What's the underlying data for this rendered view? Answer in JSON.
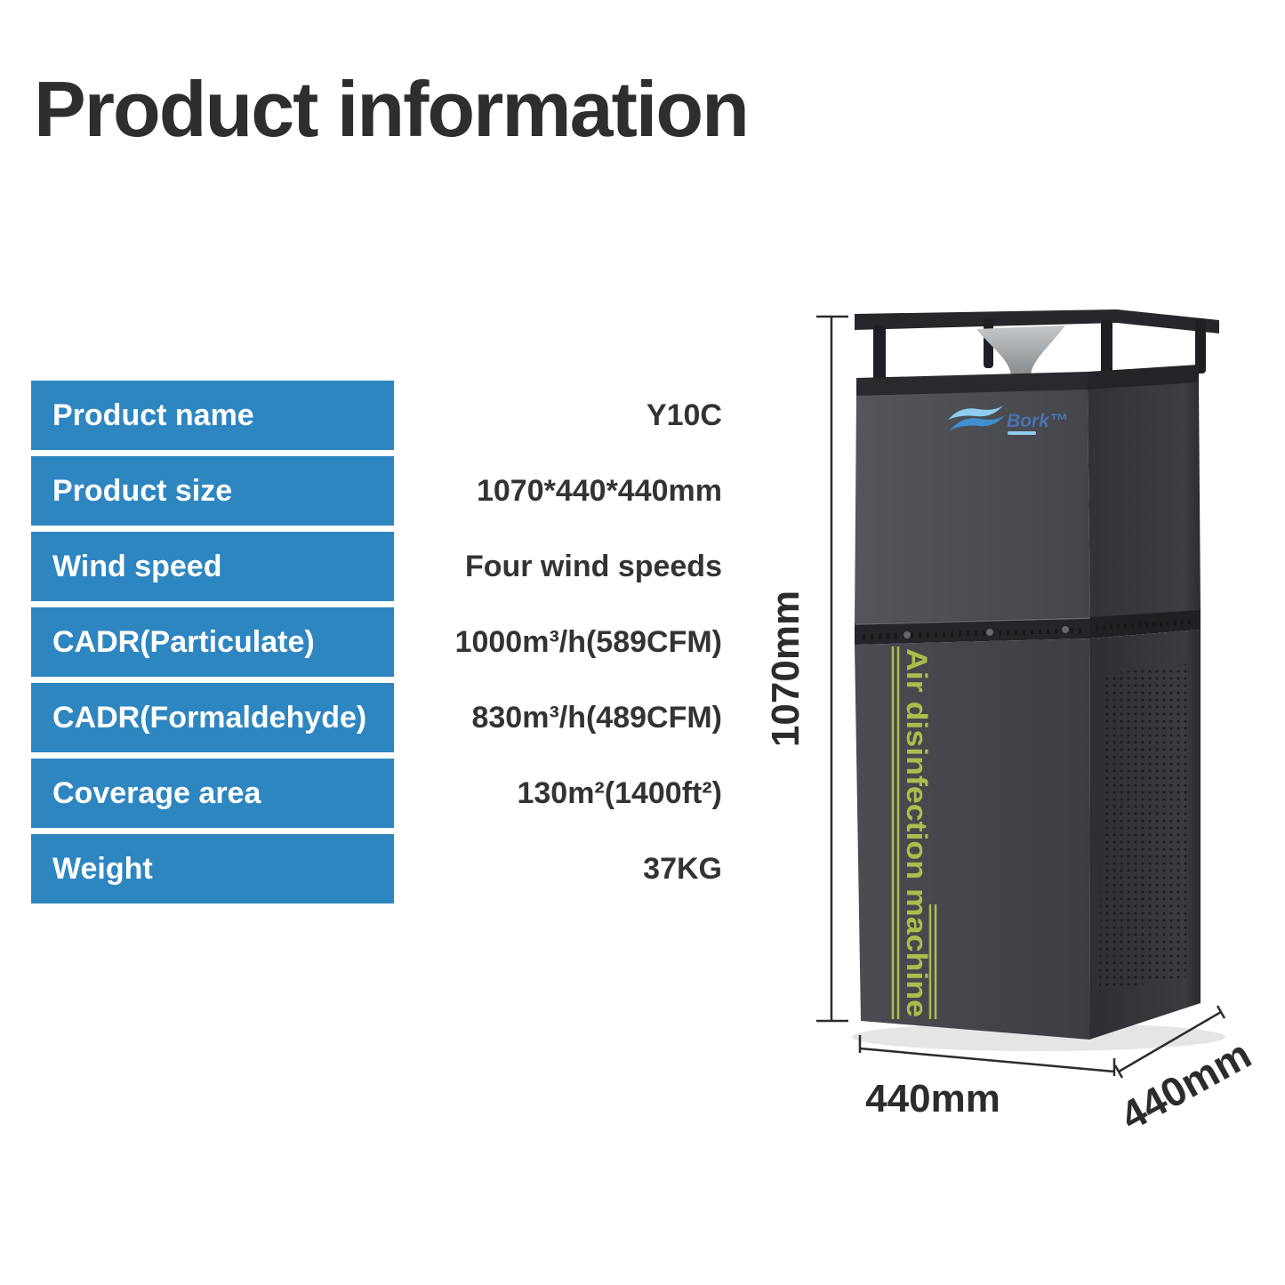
{
  "page": {
    "title": "Product information"
  },
  "spec_table": {
    "rows": [
      {
        "label": "Product name",
        "value": "Y10C"
      },
      {
        "label": "Product size",
        "value": "1070*440*440mm"
      },
      {
        "label": "Wind speed",
        "value": "Four wind speeds"
      },
      {
        "label": "CADR(Particulate)",
        "value": "1000m³/h(589CFM)"
      },
      {
        "label": "CADR(Formaldehyde)",
        "value": "830m³/h(489CFM)"
      },
      {
        "label": "Coverage area",
        "value": "130m²(1400ft²)"
      },
      {
        "label": "Weight",
        "value": "37KG"
      }
    ],
    "colors": {
      "label_bg": "#2E86C1",
      "label_text": "#FFFFFF",
      "value_text": "#333333"
    }
  },
  "product_figure": {
    "brand_text": "Bork™",
    "side_text": "Air disinfection machine",
    "dimensions": {
      "height_label": "1070mm",
      "width_label": "440mm",
      "depth_label": "440mm"
    },
    "colors": {
      "body_front": "#4A4B50",
      "body_side": "#35363A",
      "accent_green": "#A8BF4B",
      "dimension_text": "#2C2C2E",
      "logo_blue": "#3F8FD2"
    }
  }
}
